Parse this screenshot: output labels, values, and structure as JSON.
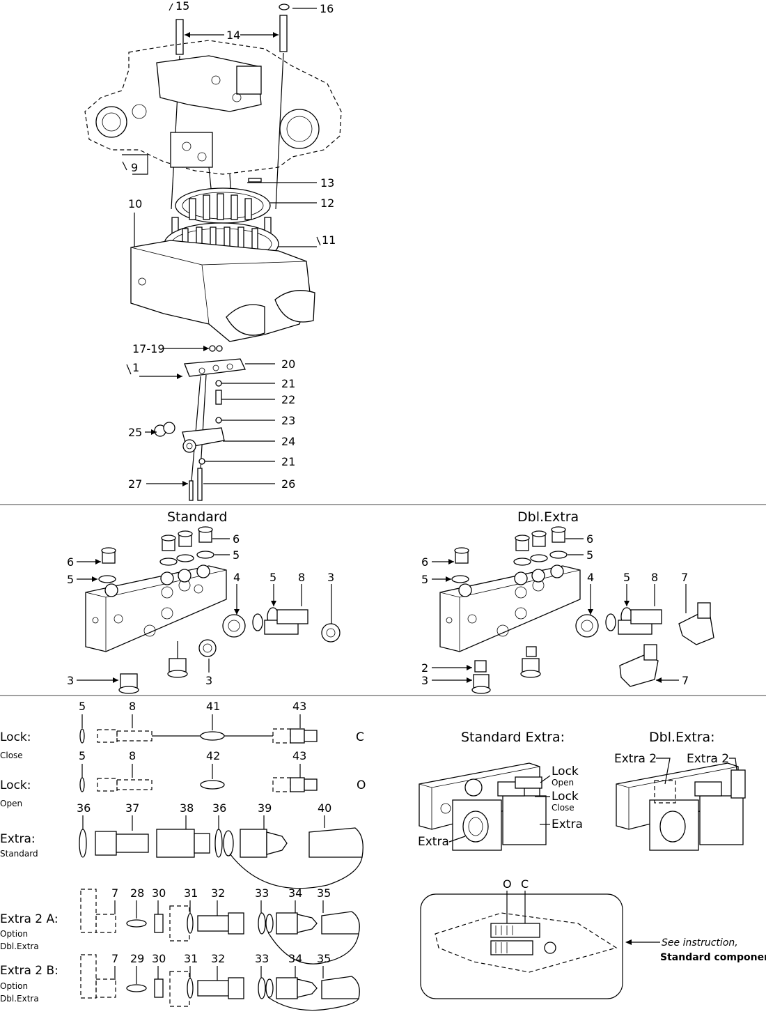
{
  "callouts_top": [
    "15",
    "16",
    "14",
    "9",
    "13",
    "12",
    "10",
    "11",
    "17-19",
    "20",
    "1",
    "21",
    "22",
    "23",
    "25",
    "24",
    "21",
    "27",
    "26"
  ],
  "section_standard": {
    "title": "Standard",
    "callouts": [
      "6",
      "5",
      "6",
      "5",
      "4",
      "5",
      "8",
      "3",
      "3",
      "3"
    ]
  },
  "section_dbl": {
    "title": "Dbl.Extra",
    "callouts": [
      "6",
      "5",
      "6",
      "5",
      "4",
      "5",
      "8",
      "7",
      "2",
      "3",
      "7"
    ]
  },
  "rows": {
    "lock_close": {
      "label": "Lock:",
      "sub": "Close",
      "end": "C",
      "nums": [
        "5",
        "8",
        "41",
        "43"
      ]
    },
    "lock_open": {
      "label": "Lock:",
      "sub": "Open",
      "end": "O",
      "nums": [
        "5",
        "8",
        "42",
        "43"
      ]
    },
    "extra_std": {
      "label": "Extra:",
      "sub": "Standard",
      "nums": [
        "36",
        "37",
        "38",
        "36",
        "39",
        "40"
      ]
    },
    "extra2a": {
      "label": "Extra 2 A:",
      "sub1": "Option",
      "sub2": "Dbl.Extra",
      "nums": [
        "7",
        "28",
        "30",
        "31",
        "32",
        "33",
        "34",
        "35"
      ]
    },
    "extra2b": {
      "label": "Extra 2 B:",
      "sub1": "Option",
      "sub2": "Dbl.Extra",
      "nums": [
        "7",
        "29",
        "30",
        "31",
        "32",
        "33",
        "34",
        "35"
      ]
    }
  },
  "std_extra_panel": {
    "title": "Standard Extra:",
    "lock1": "Lock",
    "open": "Open",
    "lock2": "Lock",
    "close": "Close",
    "extra_r": "Extra",
    "extra_l": "Extra"
  },
  "dbl_extra_panel": {
    "title": "Dbl.Extra:",
    "l1": "Extra 2",
    "l2": "Extra 2"
  },
  "instruction": {
    "o": "O",
    "c": "C",
    "line1": "See instruction,",
    "line2": "Standard components"
  }
}
